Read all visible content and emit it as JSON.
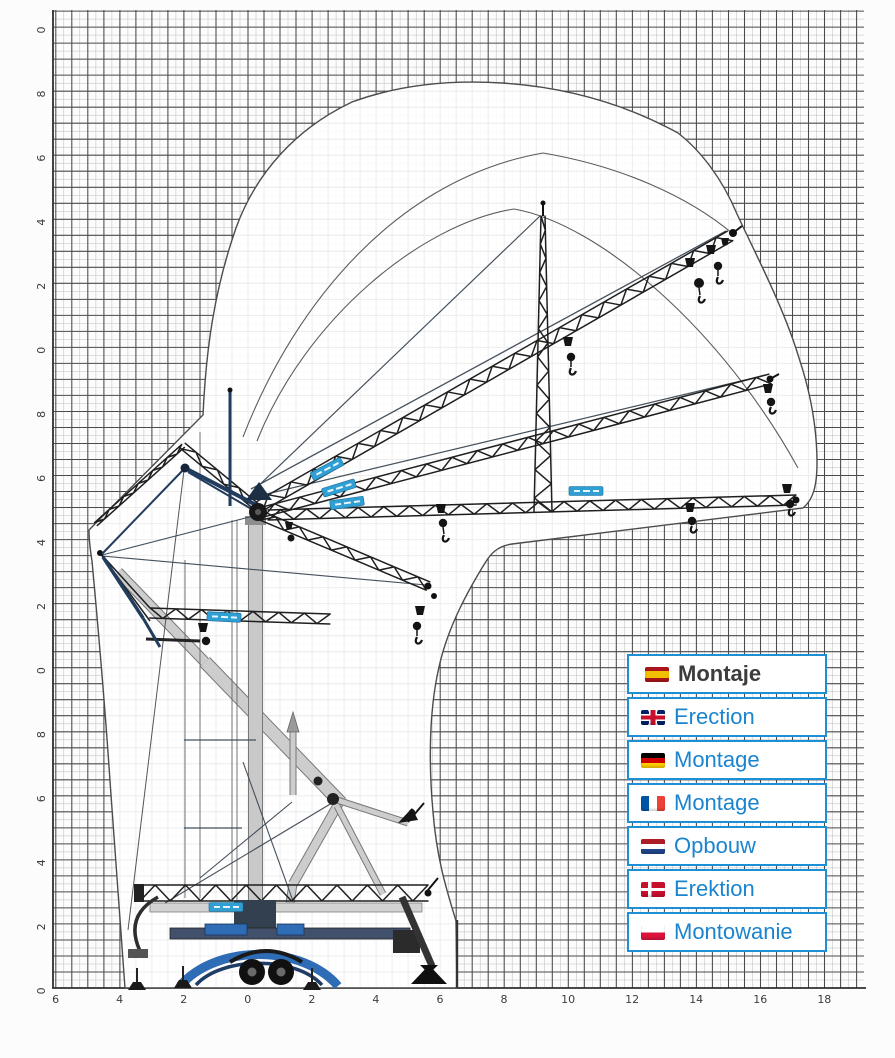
{
  "legend": {
    "items": [
      {
        "language": "Spanish",
        "flag": "spain",
        "label": "Montaje",
        "emphasis": true
      },
      {
        "language": "English",
        "flag": "united-kingdom",
        "label": "Erection",
        "emphasis": false
      },
      {
        "language": "German",
        "flag": "germany",
        "label": "Montage",
        "emphasis": false
      },
      {
        "language": "French",
        "flag": "france",
        "label": "Montage",
        "emphasis": false
      },
      {
        "language": "Dutch",
        "flag": "netherlands",
        "label": "Opbouw",
        "emphasis": false
      },
      {
        "language": "Danish",
        "flag": "denmark",
        "label": "Erektion",
        "emphasis": false
      },
      {
        "language": "Polish",
        "flag": "poland",
        "label": "Montowanie",
        "emphasis": false
      }
    ]
  },
  "axes": {
    "left_ticks": [
      "0",
      "8",
      "6",
      "4",
      "2",
      "0",
      "8",
      "6",
      "4",
      "2",
      "0",
      "8",
      "6",
      "4",
      "2",
      "0"
    ],
    "bottom_ticks": [
      "6",
      "4",
      "2",
      "0",
      "2",
      "4",
      "6",
      "8",
      "10",
      "12",
      "14",
      "16",
      "18"
    ]
  },
  "colors": {
    "legend_border": "#1e8fd5",
    "legend_text": "#1b84cf",
    "legend_text_primary": "#3c3c3c",
    "brand_tag_blue": "#2f9fd4",
    "chassis_blue": "#2e6cb5",
    "grid_major": "#4a4a4a",
    "grid_minor": "#bbbbbb",
    "envelope_line": "#4c4c4c"
  }
}
